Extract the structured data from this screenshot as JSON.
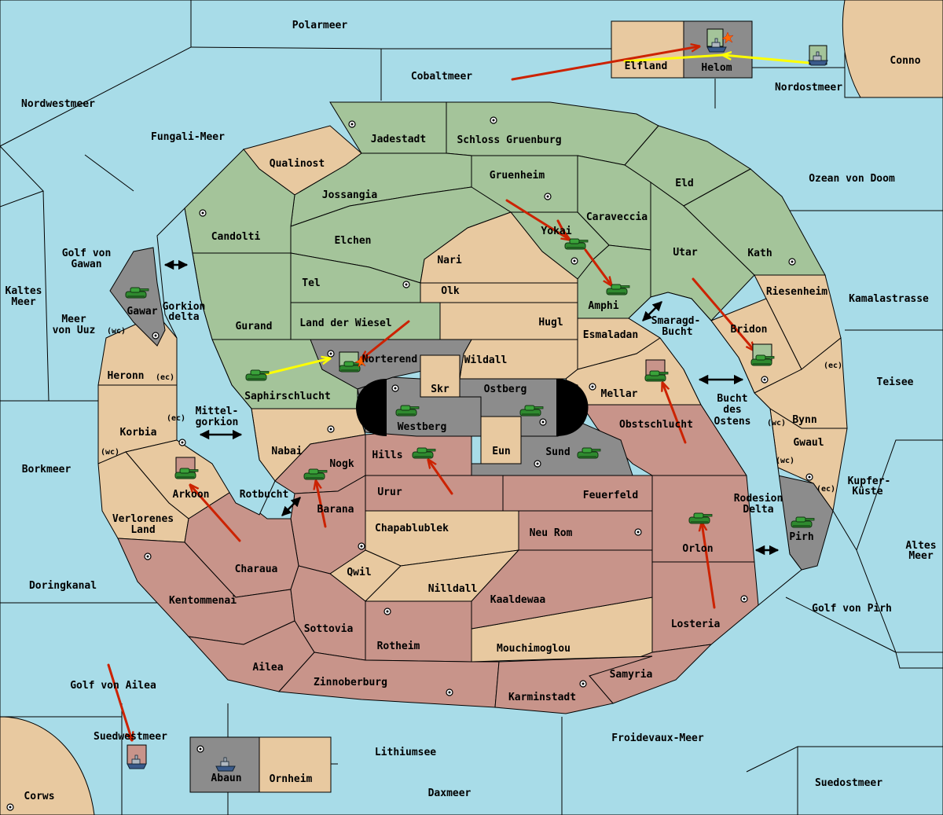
{
  "colors": {
    "sea": "#a8dce8",
    "green_power": "#a4c49a",
    "neutral": "#e8c9a0",
    "red_power": "#c8948a",
    "gray_power": "#8c8c8c",
    "attack_red": "#cc2200",
    "support_yellow": "#ffff00"
  },
  "seas": {
    "polarmeer": "Polarmeer",
    "cobaltmeer": "Cobaltmeer",
    "nordwestmeer": "Nordwestmeer",
    "fungali": "Fungali-Meer",
    "nordostmeer": "Nordostmeer",
    "conno": "Conno",
    "ozean": "Ozean von Doom",
    "kamalastrasse": "Kamalastrasse",
    "teisee": "Teisee",
    "kupfer1": "Kupfer-",
    "kupfer2": "Küste",
    "altes1": "Altes",
    "altes2": "Meer",
    "golfpirh": "Golf von Pirh",
    "suedostmeer": "Suedostmeer",
    "froidevaux": "Froidevaux-Meer",
    "daxmeer": "Daxmeer",
    "lithiumsee": "Lithiumsee",
    "corws": "Corws",
    "suedwestmeer": "Suedwestmeer",
    "golfailea": "Golf von Ailea",
    "doringkanal": "Doringkanal",
    "borkmeer": "Borkmeer",
    "kaltes1": "Kaltes",
    "kaltes2": "Meer",
    "meeruuz1": "Meer",
    "meeruuz2": "von Uuz",
    "golfgawan1": "Golf von",
    "golfgawan2": "Gawan",
    "gorkion1": "Gorkion",
    "gorkion2": "delta",
    "mittel1": "Mittel-",
    "mittel2": "gorkion",
    "rotbucht": "Rotbucht",
    "smaragd1": "Smaragd-",
    "smaragd2": "Bucht",
    "bucht1": "Bucht",
    "bucht2": "des",
    "bucht3": "Ostens",
    "rodesion1": "Rodesion",
    "rodesion2": "Delta"
  },
  "lands": {
    "jadestadt": "Jadestadt",
    "schloss": "Schloss Gruenburg",
    "qualinost": "Qualinost",
    "jossangia": "Jossangia",
    "gruenheim": "Gruenheim",
    "eld": "Eld",
    "candolti": "Candolti",
    "elchen": "Elchen",
    "caraveccia": "Caraveccia",
    "yokai": "Yokai",
    "utar": "Utar",
    "kath": "Kath",
    "nari": "Nari",
    "tel": "Tel",
    "olk": "Olk",
    "amphi": "Amphi",
    "riesenheim": "Riesenheim",
    "gurand": "Gurand",
    "landwiesel": "Land der Wiesel",
    "hugl": "Hugl",
    "esmaladan": "Esmaladan",
    "bridon": "Bridon",
    "norterend": "Norterend",
    "wildall": "Wildall",
    "skr": "Skr",
    "ostberg": "Ostberg",
    "mellar": "Mellar",
    "saphir": "Saphirschlucht",
    "westberg": "Westberg",
    "obstschlucht": "Obstschlucht",
    "bynn": "Bynn",
    "gwaul": "Gwaul",
    "eun": "Eun",
    "sund": "Sund",
    "nabai": "Nabai",
    "nogk": "Nogk",
    "hills": "Hills",
    "urur": "Urur",
    "feuerfeld": "Feuerfeld",
    "gawar": "Gawar",
    "heronn": "Heronn",
    "korbia": "Korbia",
    "arkoon": "Arkoon",
    "verlorenes1": "Verlorenes",
    "verlorenes2": "Land",
    "barana": "Barana",
    "chapablublek": "Chapablublek",
    "neurom": "Neu Rom",
    "orlon": "Orlon",
    "pirh": "Pirh",
    "charaua": "Charaua",
    "qwil": "Qwil",
    "nilldall": "Nilldall",
    "kaaldewaa": "Kaaldewaa",
    "kentommenai": "Kentommenai",
    "losteria": "Losteria",
    "sottovia": "Sottovia",
    "rotheim": "Rotheim",
    "mouchimoglou": "Mouchimoglou",
    "ailea": "Ailea",
    "samyria": "Samyria",
    "zinnoberburg": "Zinnoberburg",
    "karminstadt": "Karminstadt",
    "elfland": "Elfland",
    "helom": "Helom",
    "abaun": "Abaun",
    "ornheim": "Ornheim"
  },
  "coasts": {
    "wc": "(wc)",
    "ec": "(ec)"
  }
}
